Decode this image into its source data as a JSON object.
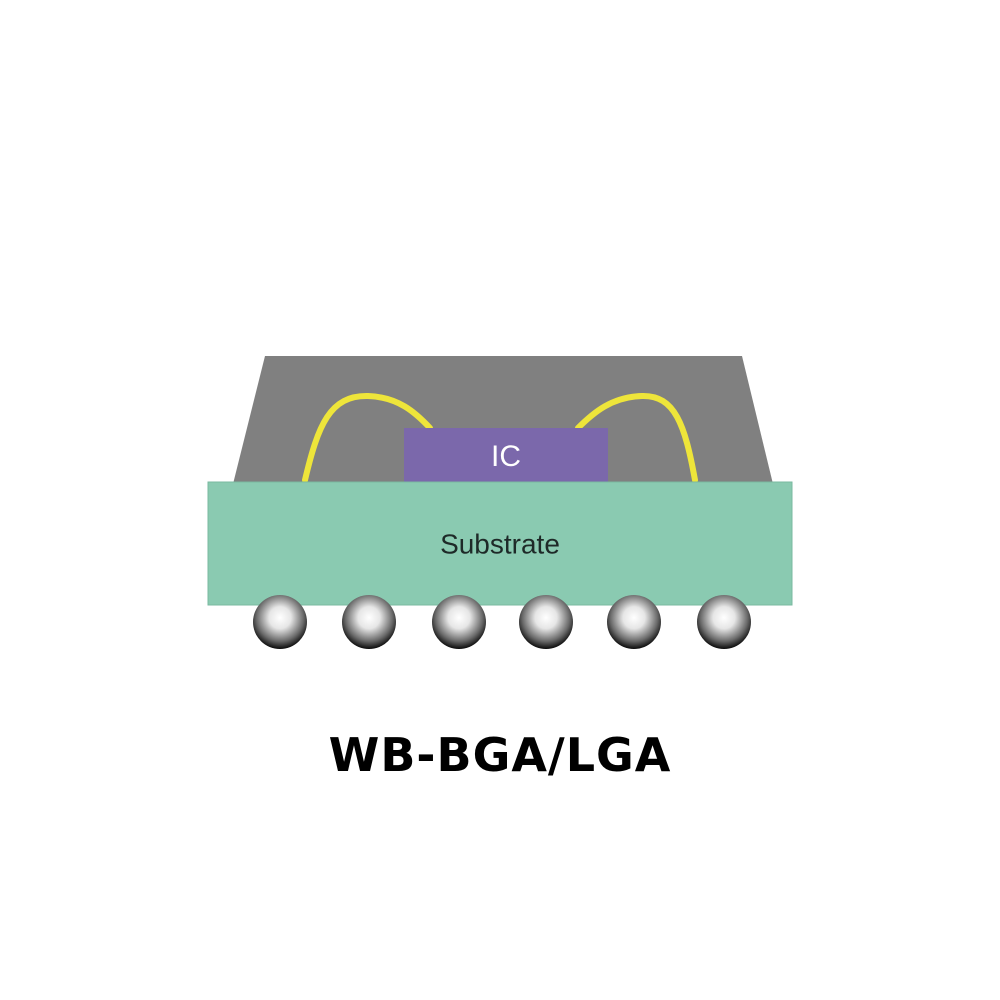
{
  "diagram": {
    "ic_label": "IC",
    "substrate_label": "Substrate",
    "caption": "WB-BGA/LGA",
    "solder_ball_count": 6,
    "colors": {
      "mold": "#808080",
      "ic": "#7b68ab",
      "substrate": "#8acab1",
      "wire": "#eee53a",
      "ball_dark": "#0a0a0a",
      "ball_light": "#ffffff"
    }
  }
}
